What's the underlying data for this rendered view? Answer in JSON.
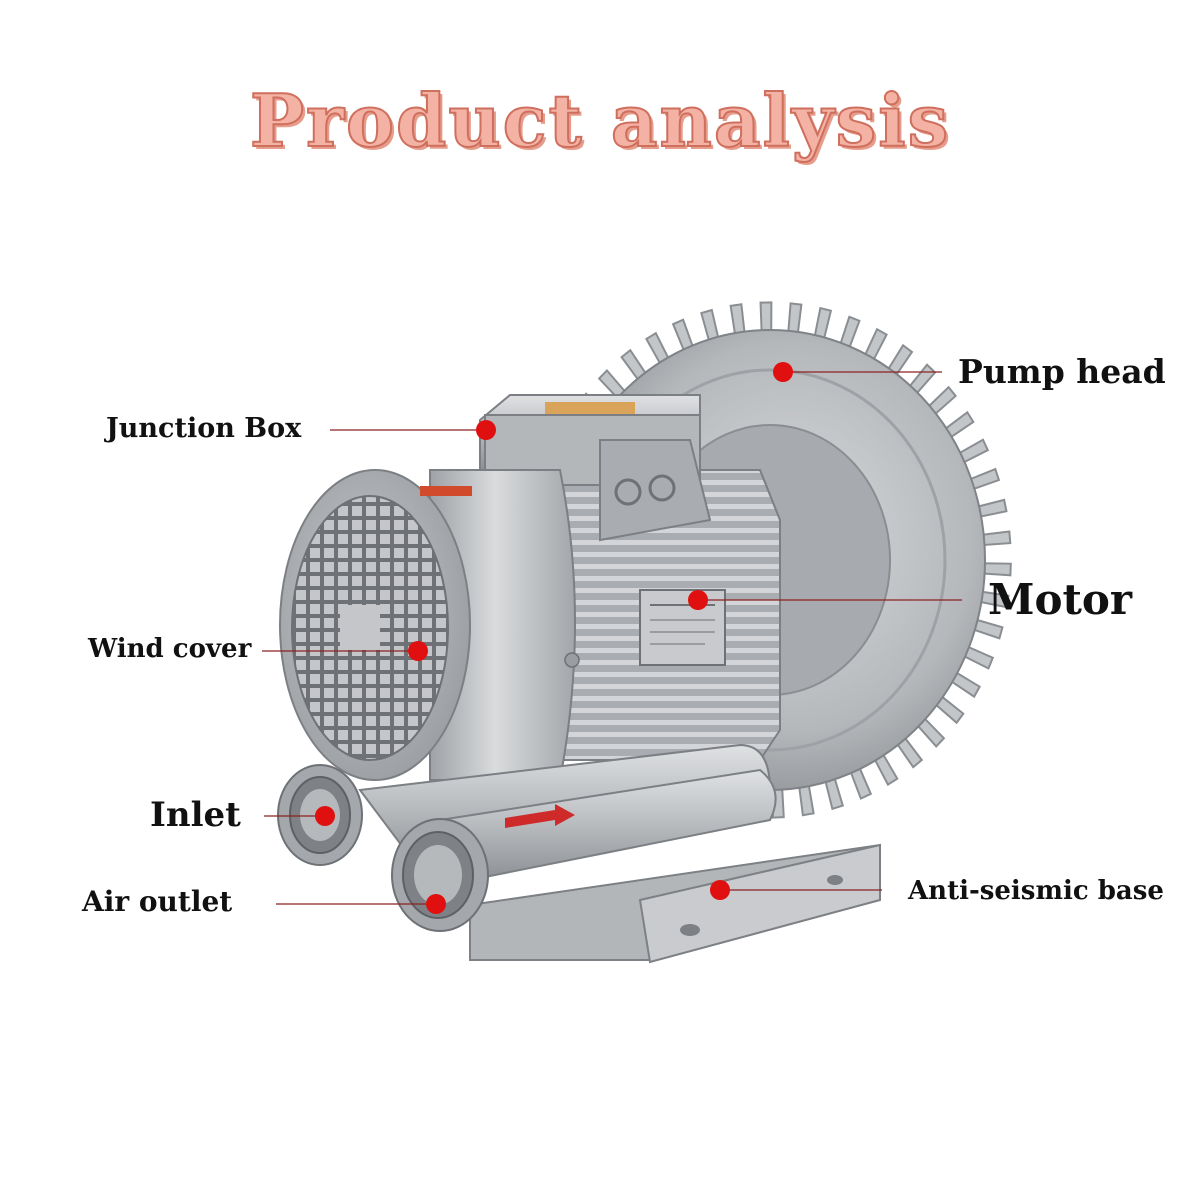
{
  "title": "Product analysis",
  "colors": {
    "title_fill": "#f4b2a4",
    "title_stroke": "#cf6f5e",
    "callout_dot": "#e01010",
    "callout_line": "#8b2222",
    "metal": "#b9bcbf"
  },
  "labels": {
    "pump_head": "Pump head",
    "junction_box": "Junction Box",
    "motor": "Motor",
    "wind_cover": "Wind cover",
    "inlet": "Inlet",
    "air_outlet": "Air outlet",
    "anti_seismic_base": "Anti-seismic base"
  }
}
